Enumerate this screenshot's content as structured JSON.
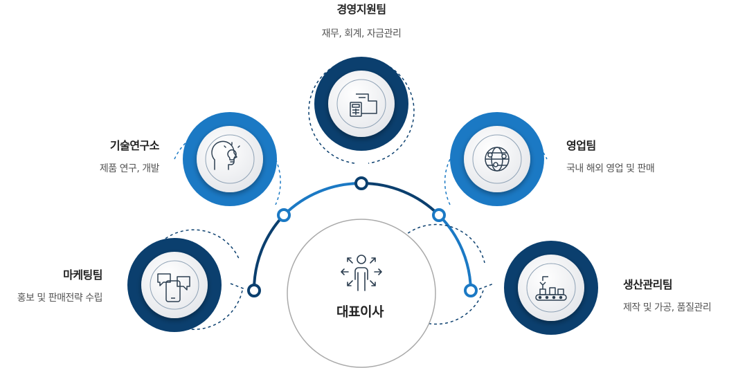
{
  "ceo": {
    "label": "대표이사",
    "icon": "person-arrows-icon"
  },
  "teams": [
    {
      "name": "마케팅팀",
      "desc": "홍보 및 판매전략 수립",
      "icon": "phone-chat-icon",
      "color": "#0b3f6e"
    },
    {
      "name": "기술연구소",
      "desc": "제품 연구, 개발",
      "icon": "head-lightbulb-icon",
      "color": "#1b79c4"
    },
    {
      "name": "경영지원팀",
      "desc": "재무, 회계, 자금관리",
      "icon": "calculator-folder-icon",
      "color": "#0b3f6e"
    },
    {
      "name": "영업팀",
      "desc": "국내 해외 영업 및 판매",
      "icon": "globe-network-icon",
      "color": "#1b79c4"
    },
    {
      "name": "생산관리팀",
      "desc": "제작 및 가공, 품질관리",
      "icon": "robot-conveyor-icon",
      "color": "#0b3f6e"
    }
  ]
}
